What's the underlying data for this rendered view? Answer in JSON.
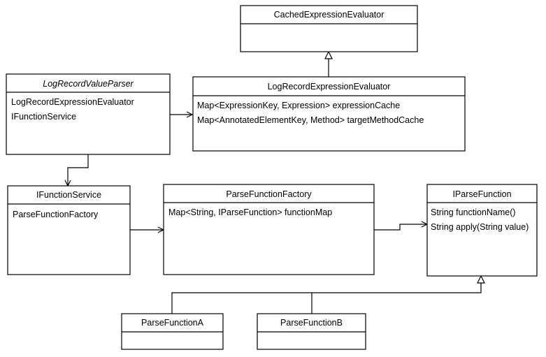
{
  "classes": {
    "cached_expression_evaluator": {
      "name": "CachedExpressionEvaluator",
      "italic": false,
      "attributes": []
    },
    "log_record_expression_evaluator": {
      "name": "LogRecordExpressionEvaluator",
      "italic": false,
      "attributes": [
        "Map<ExpressionKey, Expression> expressionCache",
        "Map<AnnotatedElementKey, Method> targetMethodCache"
      ]
    },
    "log_record_value_parser": {
      "name": "LogRecordValueParser",
      "italic": true,
      "attributes": [
        "LogRecordExpressionEvaluator",
        "IFunctionService"
      ]
    },
    "ifunction_service": {
      "name": "IFunctionService",
      "italic": false,
      "attributes": [
        "ParseFunctionFactory"
      ]
    },
    "parse_function_factory": {
      "name": "ParseFunctionFactory",
      "italic": false,
      "attributes": [
        "Map<String, IParseFunction> functionMap"
      ]
    },
    "iparse_function": {
      "name": "IParseFunction",
      "italic": false,
      "attributes": [
        "String functionName()",
        "String apply(String value)"
      ]
    },
    "parse_function_a": {
      "name": "ParseFunctionA",
      "italic": false,
      "attributes": []
    },
    "parse_function_b": {
      "name": "ParseFunctionB",
      "italic": false,
      "attributes": []
    }
  },
  "relations": [
    {
      "from": "log_record_expression_evaluator",
      "to": "cached_expression_evaluator",
      "kind": "inheritance"
    },
    {
      "from": "log_record_value_parser",
      "to": "log_record_expression_evaluator",
      "kind": "association"
    },
    {
      "from": "log_record_value_parser",
      "to": "ifunction_service",
      "kind": "association"
    },
    {
      "from": "ifunction_service",
      "to": "parse_function_factory",
      "kind": "association"
    },
    {
      "from": "parse_function_factory",
      "to": "iparse_function",
      "kind": "association"
    },
    {
      "from": "parse_function_a",
      "to": "iparse_function",
      "kind": "inheritance"
    },
    {
      "from": "parse_function_b",
      "to": "iparse_function",
      "kind": "inheritance"
    }
  ]
}
